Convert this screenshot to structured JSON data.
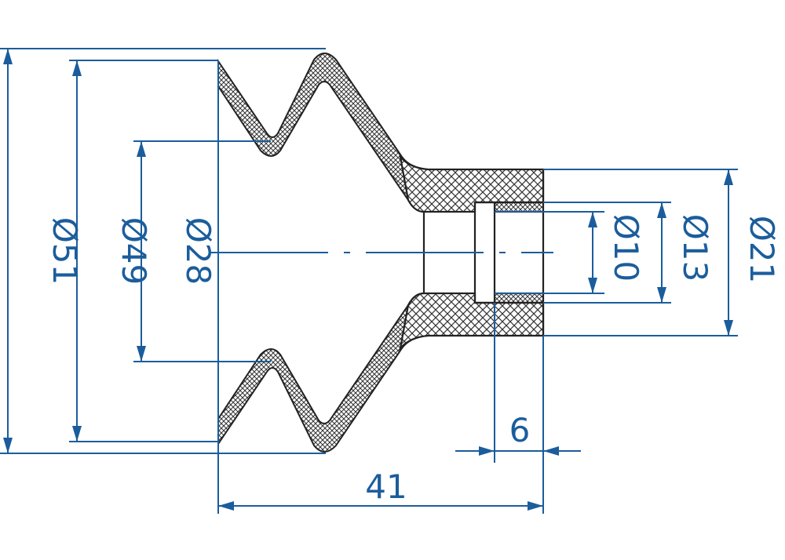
{
  "colors": {
    "dimension": "#1b5d9c",
    "part": "#222222",
    "background": "#ffffff"
  },
  "dimensions": {
    "d51": "Ø51",
    "d49": "Ø49",
    "d28": "Ø28",
    "d10": "Ø10",
    "d13": "Ø13",
    "d21": "Ø21",
    "len6": "6",
    "len41": "41"
  }
}
